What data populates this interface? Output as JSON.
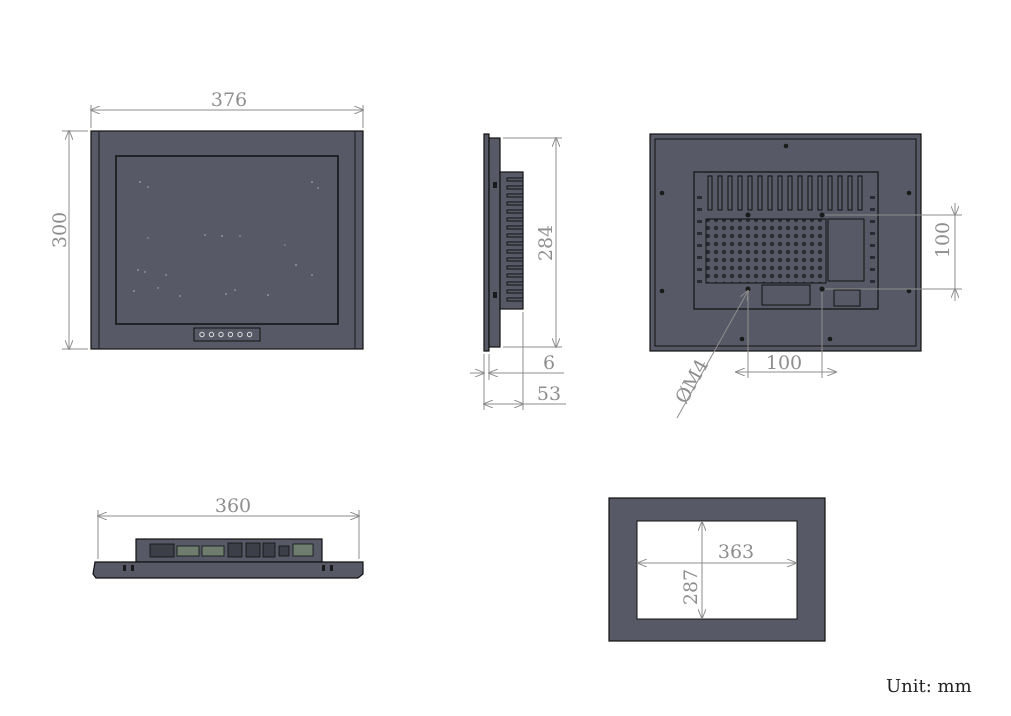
{
  "unit_label": "Unit: mm",
  "colors": {
    "panel": "#575a66",
    "dimension": "#8e8e8e",
    "outline": "#111111",
    "cutout": "#ffffff"
  },
  "dims": {
    "front_width": "376",
    "front_height": "300",
    "side_height": "284",
    "side_depth_front": "6",
    "side_depth_total": "53",
    "rear_vesa_h": "100",
    "rear_vesa_v": "100",
    "rear_screw": "ØM4",
    "bottom_width": "360",
    "cutout_width": "363",
    "cutout_height": "287"
  }
}
